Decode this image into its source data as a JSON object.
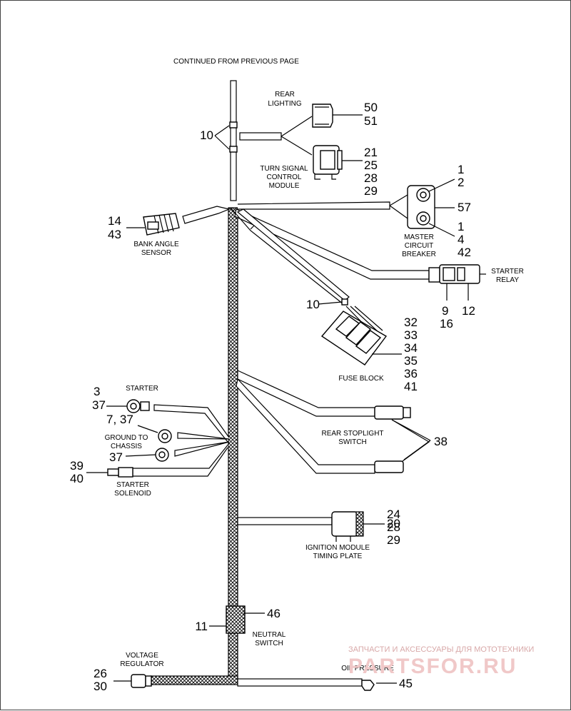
{
  "labels": {
    "continued": "CONTINUED FROM PREVIOUS PAGE",
    "rear_lighting": [
      "REAR",
      "LIGHTING"
    ],
    "turn_signal": [
      "TURN SIGNAL",
      "CONTROL",
      "MODULE"
    ],
    "master_breaker": [
      "MASTER",
      "CIRCUIT",
      "BREAKER"
    ],
    "bank_angle": [
      "BANK ANGLE",
      "SENSOR"
    ],
    "starter_relay": [
      "STARTER",
      "RELAY"
    ],
    "fuse_block": "FUSE BLOCK",
    "starter": "STARTER",
    "ground": [
      "GROUND TO",
      "CHASSIS"
    ],
    "starter_solenoid": [
      "STARTER",
      "SOLENOID"
    ],
    "rear_stoplight": [
      "REAR STOPLIGHT",
      "SWITCH"
    ],
    "ignition": [
      "IGNITION  MODULE",
      "TIMING PLATE"
    ],
    "neutral": [
      "NEUTRAL",
      "SWITCH"
    ],
    "voltage_reg": [
      "VOLTAGE",
      "REGULATOR"
    ],
    "oil_pressure": "OIL PRESSURE"
  },
  "callouts": {
    "rear_lighting": [
      "50",
      "51"
    ],
    "turn_signal": [
      "21",
      "25",
      "28",
      "29"
    ],
    "item10_top": "10",
    "master_top": [
      "1",
      "2"
    ],
    "master_side": "57",
    "master_bottom": [
      "1",
      "4",
      "42"
    ],
    "bank_angle": [
      "14",
      "43"
    ],
    "relay_left": [
      "9",
      "16"
    ],
    "relay_right": "12",
    "item10_fuse": "10",
    "fuse_block": [
      "32",
      "33",
      "34",
      "35",
      "36",
      "41"
    ],
    "starter": [
      "3",
      "37"
    ],
    "ground1": "7, 37",
    "ground2": "37",
    "solenoid": [
      "39",
      "40"
    ],
    "stoplight": "38",
    "ignition": [
      "20",
      "24",
      "28",
      "29"
    ],
    "neutral_left": "11",
    "neutral_right": "46",
    "voltage_reg": [
      "26",
      "30"
    ],
    "oil_pressure": "45"
  },
  "watermark": {
    "line1": "ЗАПЧАСТИ И АКСЕССУАРЫ ДЛЯ МОТОТЕХНИКИ",
    "line2": "PARTSFOR.RU"
  }
}
